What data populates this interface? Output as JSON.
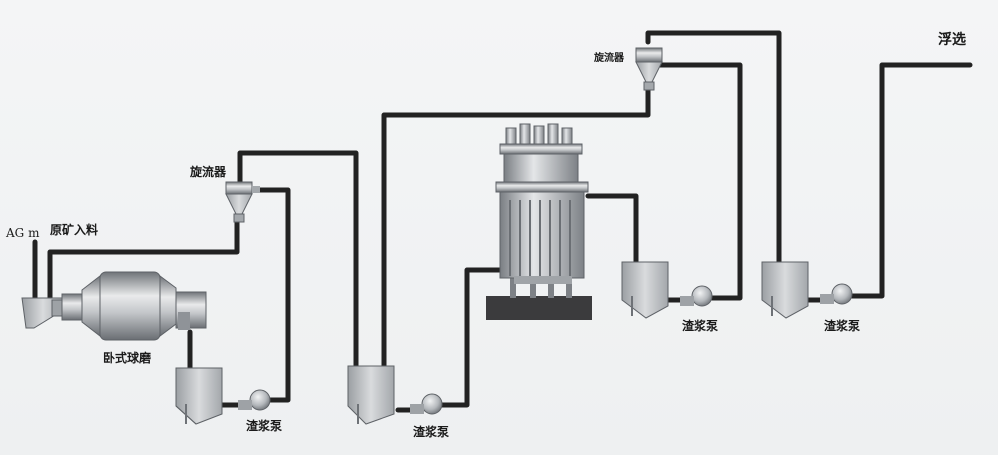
{
  "labels": {
    "ag_mill": "AG m",
    "raw_ore_feed": "原矿入料",
    "ball_mill": "卧式球磨",
    "cyclone_1": "旋流器",
    "cyclone_2": "旋流器",
    "pump_1": "渣浆泵",
    "pump_2": "渣浆泵",
    "pump_3": "渣浆泵",
    "pump_4": "渣浆泵",
    "flotation": "浮选"
  },
  "colors": {
    "pipe": "#222222",
    "pipe_highlight": "#6a6a6a",
    "equipment_light": "#d4d6d8",
    "equipment_dark": "#8d9195",
    "base_platform": "#3a3a3a"
  }
}
